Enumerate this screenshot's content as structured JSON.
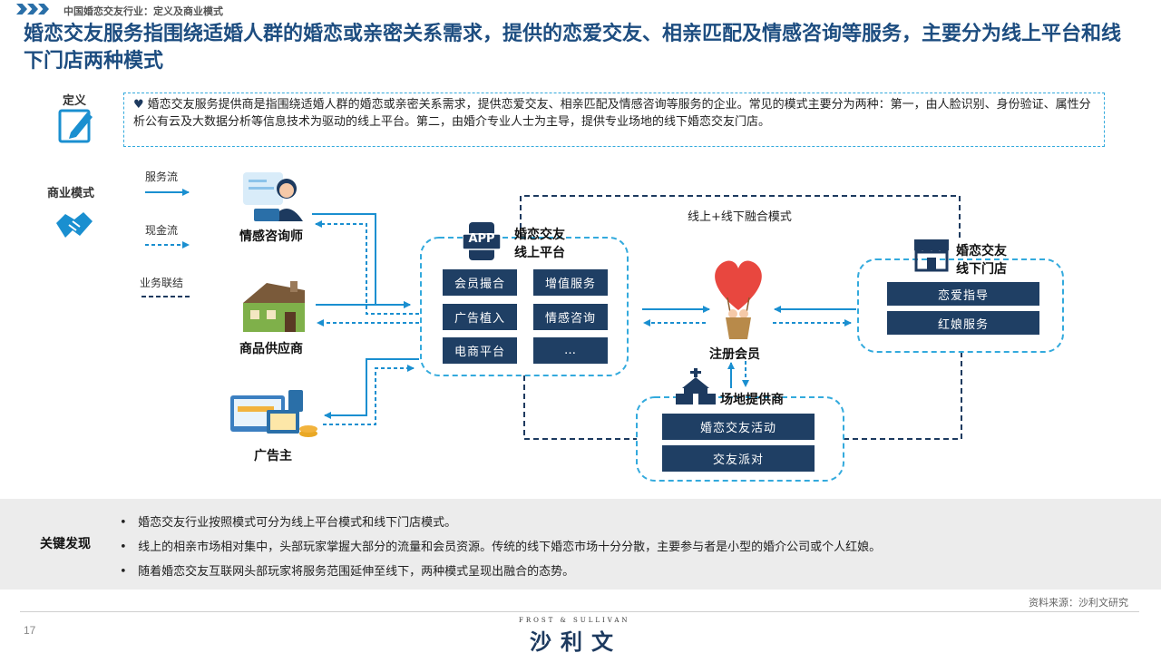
{
  "header": {
    "section_label": "中国婚恋交友行业：定义及商业模式",
    "headline": "婚恋交友服务指围绕适婚人群的婚恋或亲密关系需求，提供的恋爱交友、相亲匹配及情感咨询等服务，主要分为线上平台和线下门店两种模式"
  },
  "definition": {
    "label": "定义",
    "text": "婚恋交友服务提供商是指围绕适婚人群的婚恋或亲密关系需求，提供恋爱交友、相亲匹配及情感咨询等服务的企业。常见的模式主要分为两种：第一，由人脸识别、身份验证、属性分析公有云及大数据分析等信息技术为驱动的线上平台。第二，由婚介专业人士为主导，提供专业场地的线下婚恋交友门店。"
  },
  "business_model": {
    "label": "商业模式",
    "legend": [
      "服务流",
      "现金流",
      "业务联结"
    ]
  },
  "diagram": {
    "participants": [
      "情感咨询师",
      "商品供应商",
      "广告主"
    ],
    "app_icon_text": "APP",
    "online": {
      "title": [
        "婚恋交友",
        "线上平台"
      ],
      "services": [
        "会员撮合",
        "增值服务",
        "广告植入",
        "情感咨询",
        "电商平台",
        "…"
      ]
    },
    "fusion_label": "线上+线下融合模式",
    "member_label": "注册会员",
    "offline": {
      "title": [
        "婚恋交友",
        "线下门店"
      ],
      "services": [
        "恋爱指导",
        "红娘服务"
      ]
    },
    "venue": {
      "title": "场地提供商",
      "services": [
        "婚恋交友活动",
        "交友派对"
      ]
    }
  },
  "key_findings": {
    "title": "关键发现",
    "items": [
      "婚恋交友行业按照模式可分为线上平台模式和线下门店模式。",
      "线上的相亲市场相对集中，头部玩家掌握大部分的流量和会员资源。传统的线下婚恋市场十分分散，主要参与者是小型的婚介公司或个人红娘。",
      "随着婚恋交友互联网头部玩家将服务范围延伸至线下，两种模式呈现出融合的态势。"
    ]
  },
  "footer": {
    "source": "资料来源：沙利文研究",
    "page": "17",
    "brand_en": "FROST & SULLIVAN",
    "brand_cn": "沙利文"
  },
  "colors": {
    "navy": "#1f3f64",
    "accent": "#33aadd",
    "title": "#1d4d80"
  }
}
